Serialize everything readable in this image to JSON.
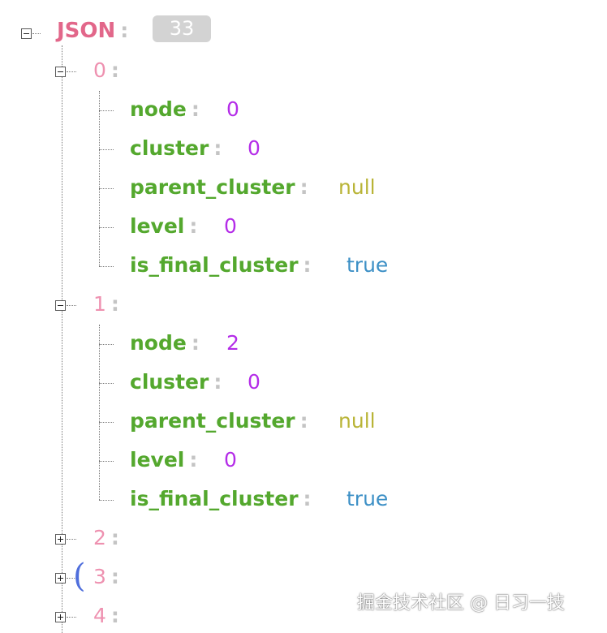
{
  "root": {
    "key": "JSON",
    "colon": ":",
    "count": "33"
  },
  "items": [
    {
      "index": "0",
      "expanded": true,
      "fields": [
        {
          "key": "node",
          "value": "0",
          "type": "number"
        },
        {
          "key": "cluster",
          "value": "0",
          "type": "number"
        },
        {
          "key": "parent_cluster",
          "value": "null",
          "type": "null"
        },
        {
          "key": "level",
          "value": "0",
          "type": "number"
        },
        {
          "key": "is_final_cluster",
          "value": "true",
          "type": "boolean"
        }
      ]
    },
    {
      "index": "1",
      "expanded": true,
      "fields": [
        {
          "key": "node",
          "value": "2",
          "type": "number"
        },
        {
          "key": "cluster",
          "value": "0",
          "type": "number"
        },
        {
          "key": "parent_cluster",
          "value": "null",
          "type": "null"
        },
        {
          "key": "level",
          "value": "0",
          "type": "number"
        },
        {
          "key": "is_final_cluster",
          "value": "true",
          "type": "boolean"
        }
      ]
    },
    {
      "index": "2",
      "expanded": false
    },
    {
      "index": "3",
      "expanded": false
    },
    {
      "index": "4",
      "expanded": false
    }
  ],
  "colon": ":",
  "watermark": "掘金技术社区 @ 日习一技",
  "colors": {
    "root_key": "#e2678a",
    "index_key": "#ee91b0",
    "field_key": "#54a82e",
    "number": "#b42ce8",
    "null": "#b9b437",
    "boolean": "#3d90c6",
    "badge": "#d3d3d3"
  }
}
